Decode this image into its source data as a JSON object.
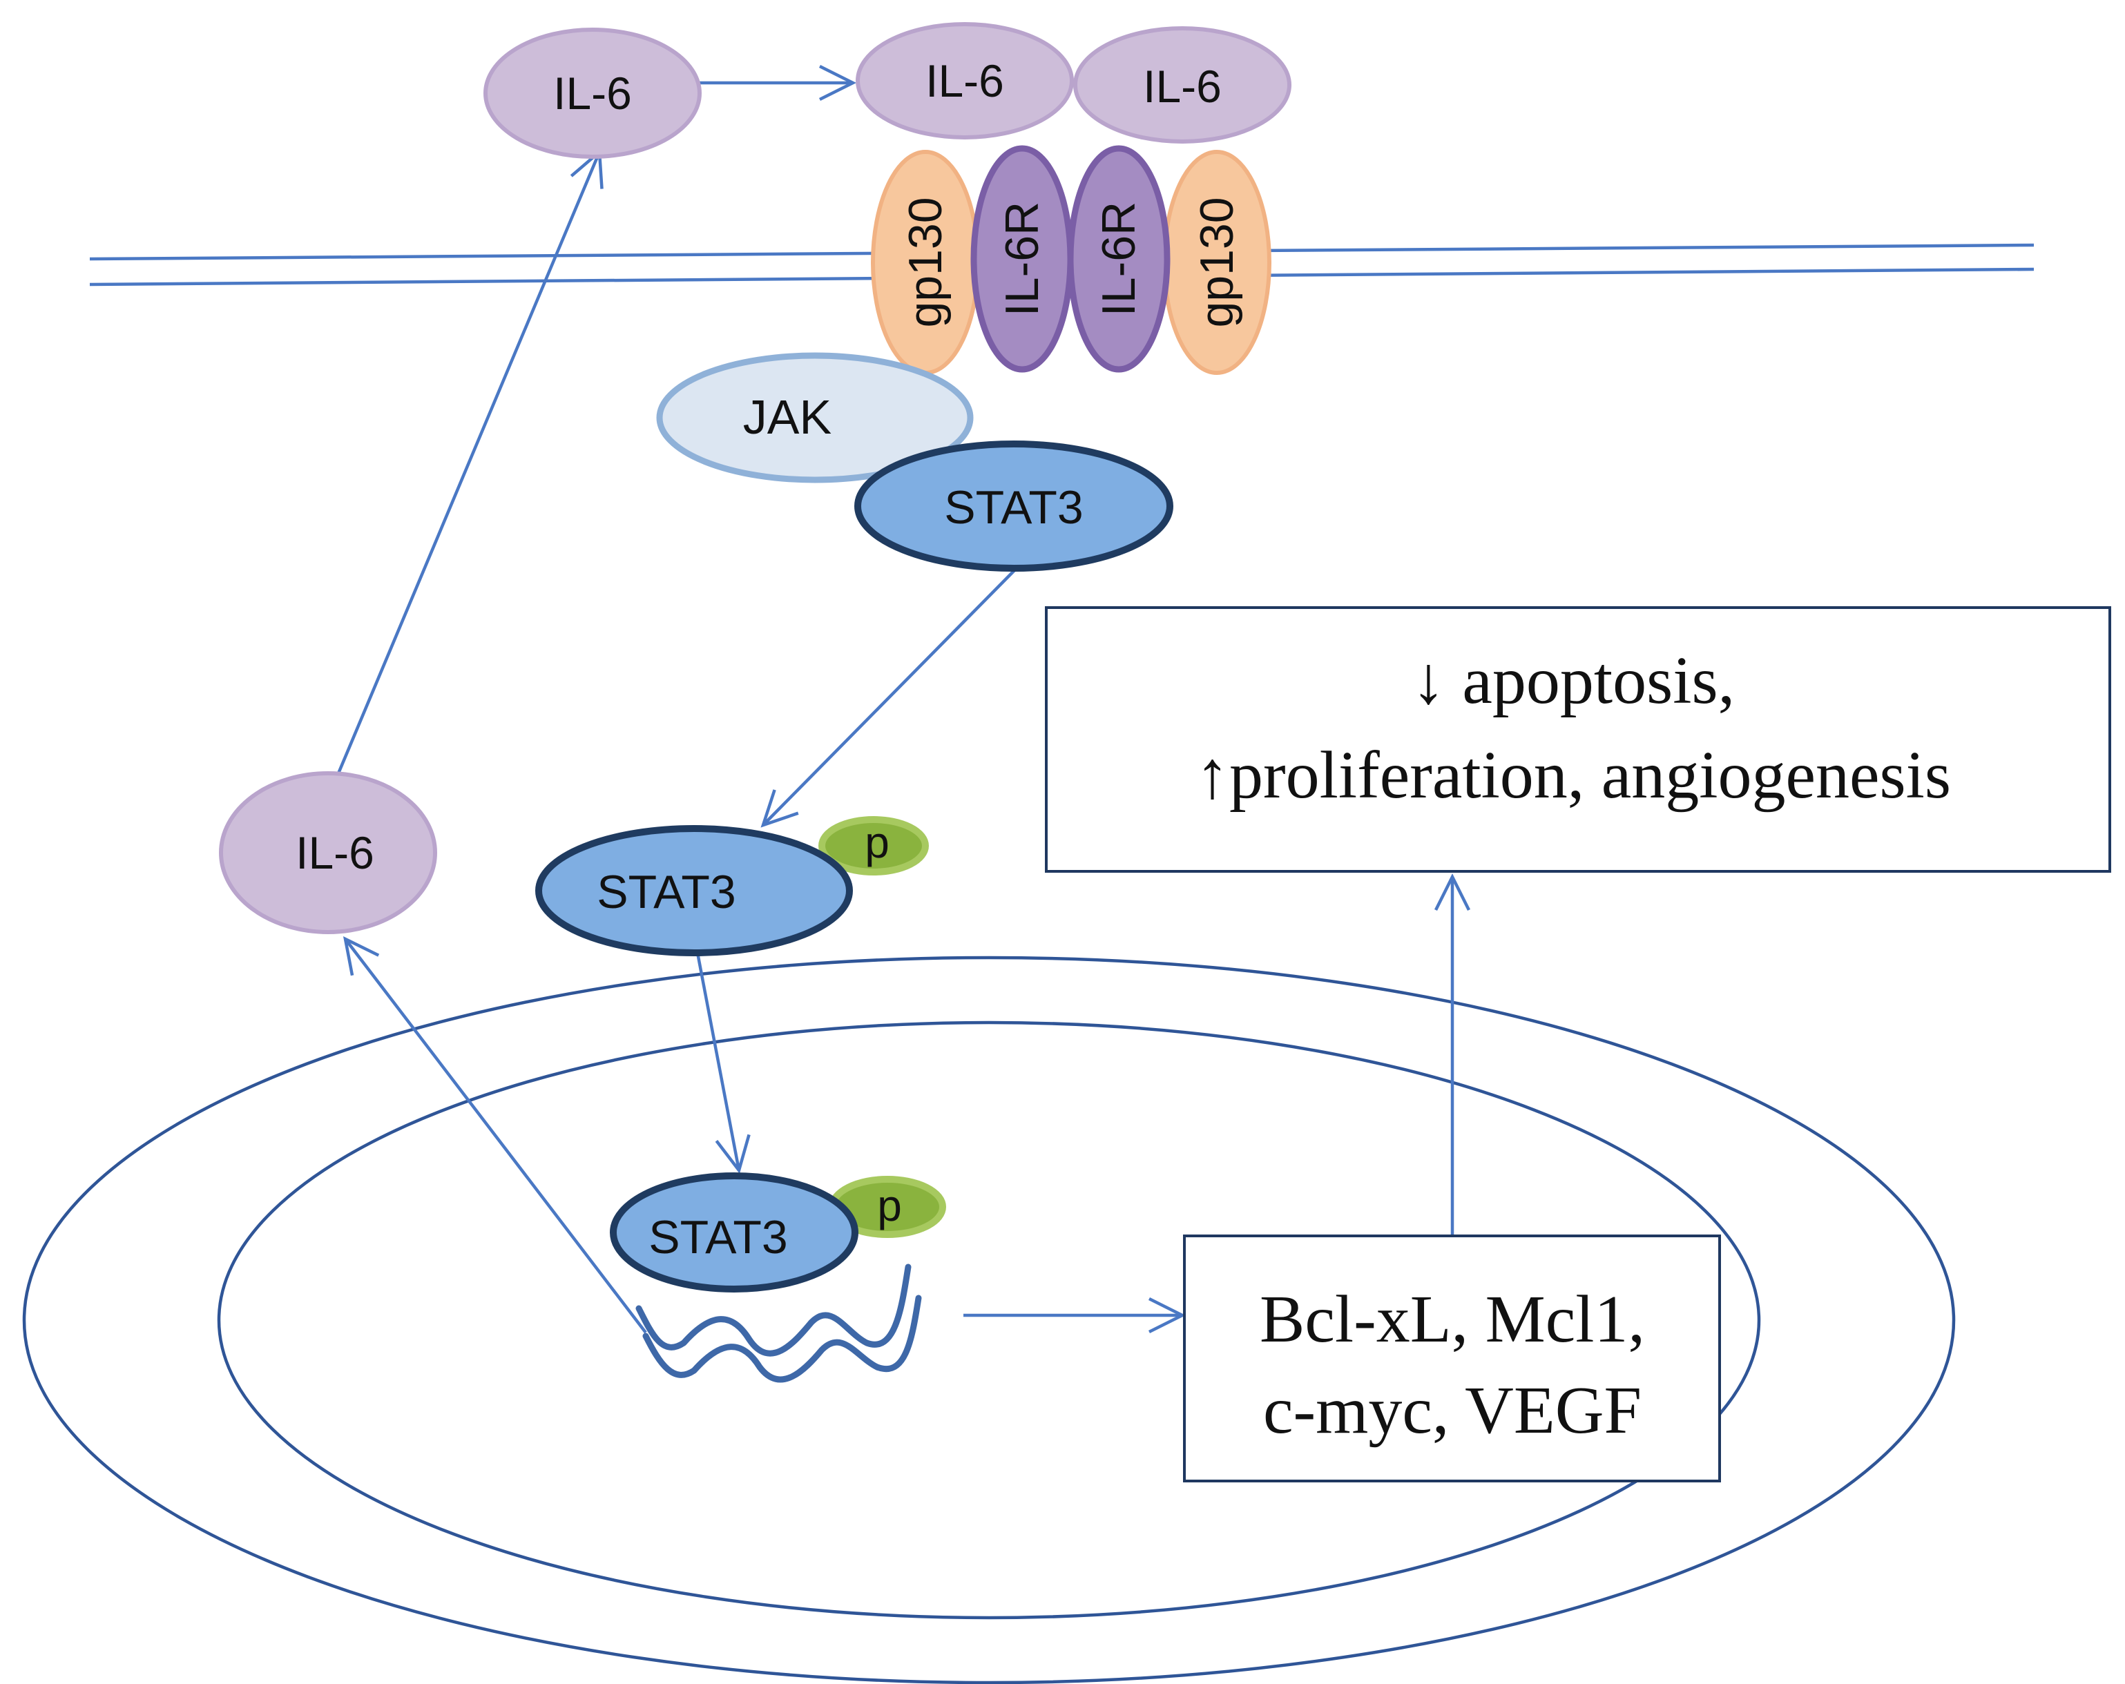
{
  "ligands": {
    "il6_left_low": "IL-6",
    "il6_left_top": "IL-6",
    "il6_bound_1": "IL-6",
    "il6_bound_2": "IL-6"
  },
  "receptor": {
    "gp130_left": "gp130",
    "il6r_left": "IL-6R",
    "il6r_right": "IL-6R",
    "gp130_right": "gp130"
  },
  "signaling": {
    "jak": "JAK",
    "stat3_cytoplasm": "STAT3",
    "stat3_phospho": "STAT3",
    "stat3_nuclear": "STAT3",
    "p_cytoplasm": "p",
    "p_nuclear": "p"
  },
  "targets_box": {
    "line1": "Bcl-xL, Mcl1,",
    "line2": "c-myc, VEGF"
  },
  "outcome_box": {
    "line1": "↓ apoptosis,",
    "line2": "↑proliferation, angiogenesis"
  },
  "colors": {
    "arrow": "#4a78c4",
    "il6_fill": "#cdbdd9",
    "il6r_fill": "#a48cc2",
    "gp130_fill": "#f7c79d",
    "jak_fill": "#dce6f2",
    "stat3_fill": "#7faee2",
    "phosphate_fill": "#8ab33e",
    "nucleus_stroke": "#2f5597"
  },
  "icons": [
    "dna-strand-icon",
    "arrow-head-icon"
  ]
}
